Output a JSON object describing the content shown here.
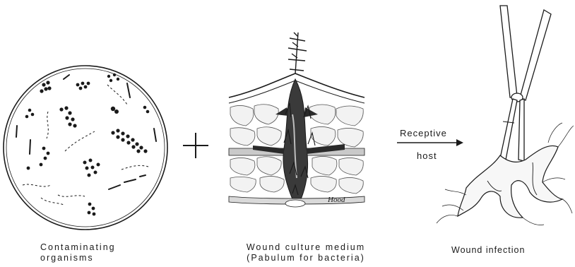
{
  "captions": {
    "organisms_line1": "Contaminating",
    "organisms_line2": "organisms",
    "medium_line1": "Wound culture medium",
    "medium_line2": "(Pabulum for bacteria)",
    "infection": "Wound infection"
  },
  "arrow": {
    "label_line1": "Receptive",
    "label_line2": "host"
  },
  "plus_symbol": "+",
  "signature": "Hood",
  "icons": [
    "petri-dish-icon",
    "plus-icon",
    "wound-tissue-icon",
    "arrow-right-icon",
    "hemostat-forceps-icon"
  ],
  "colors": {
    "ink": "#1a1a1a",
    "background": "#ffffff"
  }
}
